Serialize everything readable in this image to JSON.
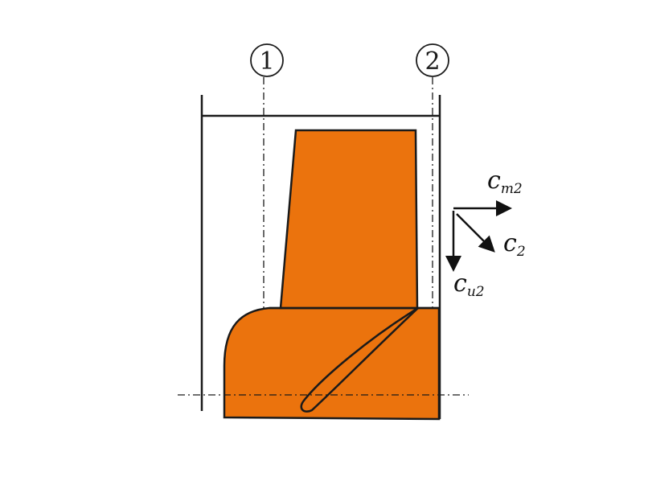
{
  "colors": {
    "blade_fill": "#EB730D",
    "stroke": "#1a1a1a",
    "background": "#ffffff"
  },
  "stations": [
    {
      "label": "1"
    },
    {
      "label": "2"
    }
  ],
  "velocity_labels": {
    "meridional": {
      "symbol": "c",
      "subscript": "m2"
    },
    "absolute": {
      "symbol": "c",
      "subscript": "2"
    },
    "circumferential": {
      "symbol": "c",
      "subscript": "u2"
    }
  }
}
